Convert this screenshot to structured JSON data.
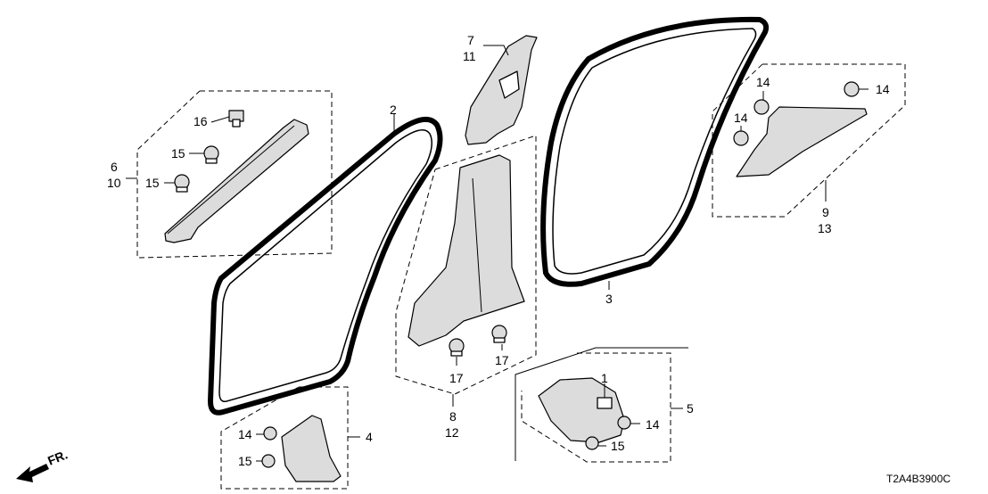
{
  "diagram_code": "T2A4B3900C",
  "direction_label": "FR.",
  "callouts": {
    "c1": "1",
    "c2": "2",
    "c3": "3",
    "c4": "4",
    "c5": "5",
    "c6": "6",
    "c10": "10",
    "c7": "7",
    "c11": "11",
    "c8": "8",
    "c12": "12",
    "c9": "9",
    "c13": "13",
    "c14a": "14",
    "c14b": "14",
    "c14c": "14",
    "c14d": "14",
    "c14e": "14",
    "c15a": "15",
    "c15b": "15",
    "c15c": "15",
    "c15d": "15",
    "c16": "16",
    "c17a": "17",
    "c17b": "17"
  }
}
